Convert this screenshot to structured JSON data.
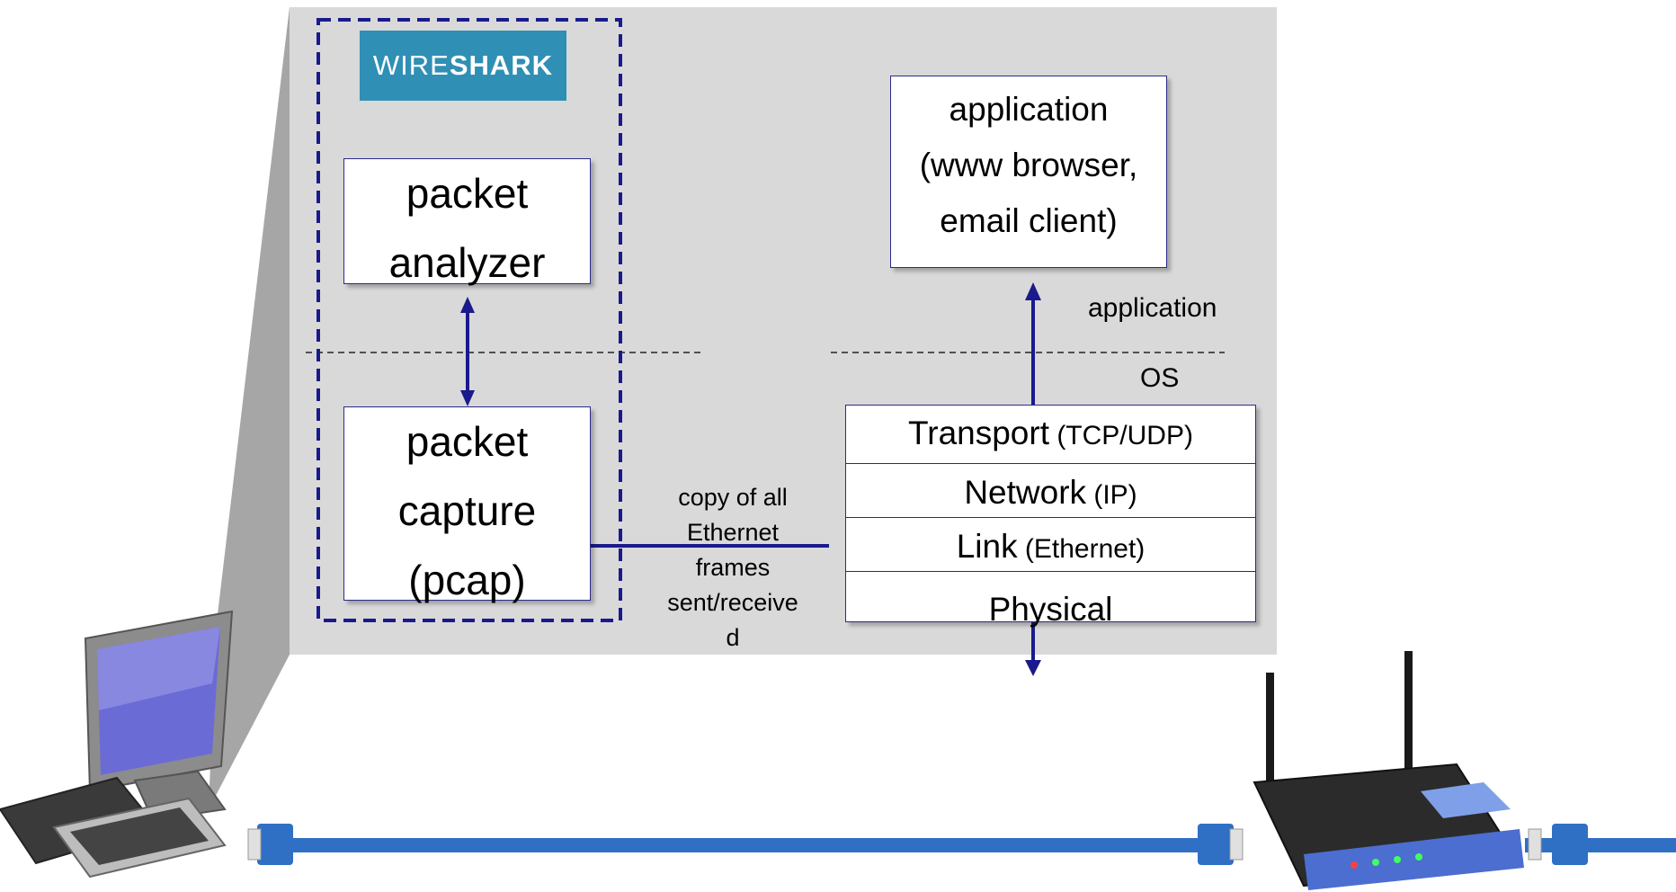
{
  "wireshark": {
    "logo_prefix": "WIRE",
    "logo_suffix": "SHARK"
  },
  "boxes": {
    "packet_analyzer": [
      "packet",
      "analyzer"
    ],
    "packet_capture": [
      "packet",
      "capture",
      "(pcap)"
    ],
    "application": [
      "application",
      "(www browser,",
      "email client)"
    ]
  },
  "labels": {
    "application": "application",
    "os": "OS",
    "copy": [
      "copy of all",
      "Ethernet",
      "frames",
      "sent/receive",
      "d"
    ]
  },
  "stack": [
    {
      "name": "Transport",
      "detail": " (TCP/UDP)"
    },
    {
      "name": "Network",
      "detail": " (IP)"
    },
    {
      "name": "Link",
      "detail": " (Ethernet)"
    },
    {
      "name": "Physical",
      "detail": ""
    }
  ],
  "colors": {
    "panel": "#d9d9d9",
    "arrow": "#1a1a8c",
    "dashed_box": "#1a1a8c",
    "cable": "#2f6fc4",
    "logo_bg": "#2f8fb5"
  }
}
